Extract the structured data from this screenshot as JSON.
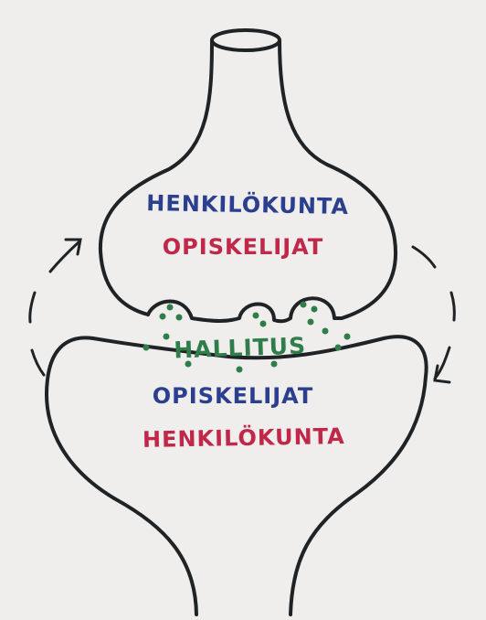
{
  "upper": {
    "line1": "HENKILÖKUNTA",
    "line2": "OPISKELIJAT"
  },
  "cleft": {
    "label": "HALLITUS"
  },
  "lower": {
    "line1": "OPISKELIJAT",
    "line2": "HENKILÖKUNTA"
  },
  "colors": {
    "outline": "#1f2326",
    "blue": "#2c3f8e",
    "red": "#c0284a",
    "green": "#2e7d4a",
    "paper": "#efeeec"
  }
}
